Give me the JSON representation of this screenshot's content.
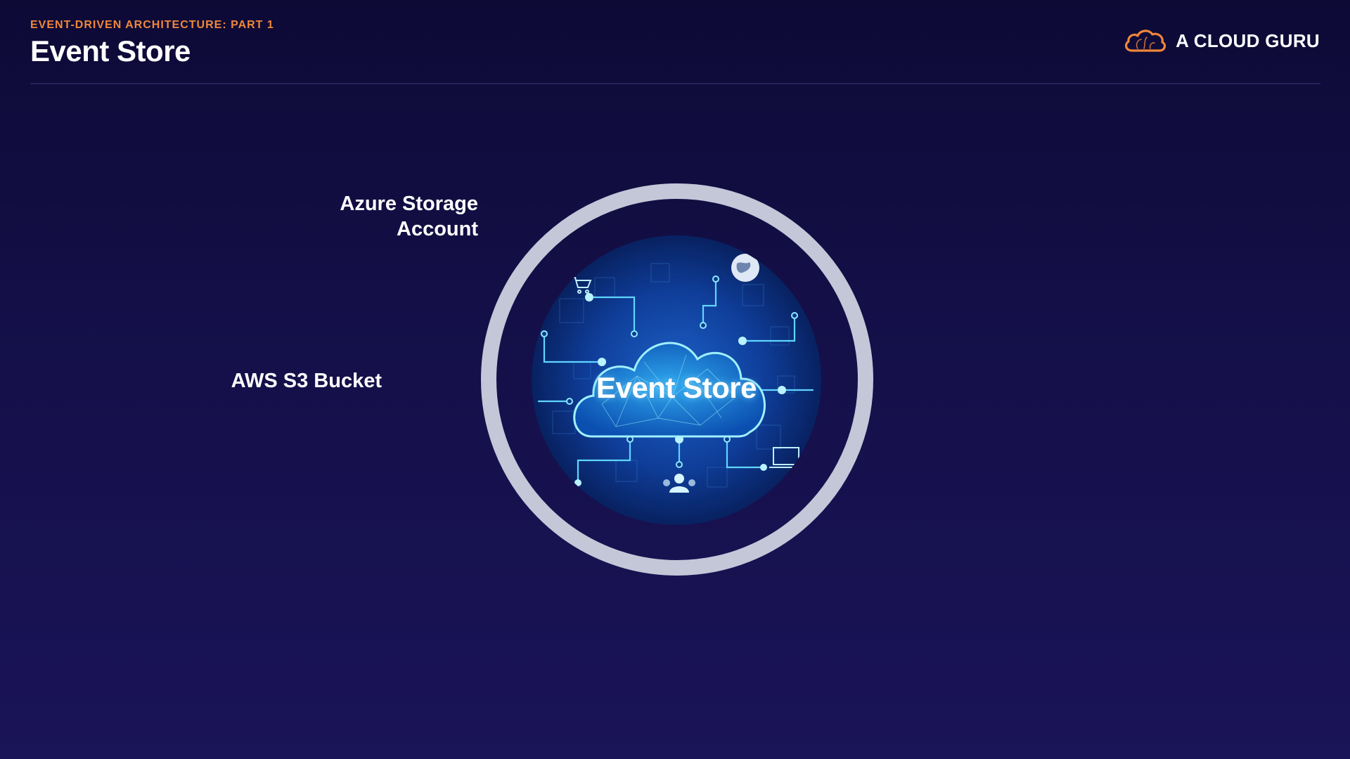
{
  "header": {
    "eyebrow": "EVENT-DRIVEN ARCHITECTURE: PART 1",
    "title": "Event Store"
  },
  "brand": {
    "name": "A CLOUD GURU",
    "logo_icon": "cloud-logo-icon"
  },
  "diagram": {
    "center_label": "Event Store",
    "options": [
      {
        "line1": "Azure Storage",
        "line2": "Account"
      },
      {
        "line1": "AWS S3 Bucket"
      }
    ]
  },
  "colors": {
    "accent": "#f0873a",
    "ring": "#c3c7d8",
    "background_top": "#0d0a36",
    "background_bottom": "#1a1458",
    "circuit_glow": "#4fd3ff"
  }
}
